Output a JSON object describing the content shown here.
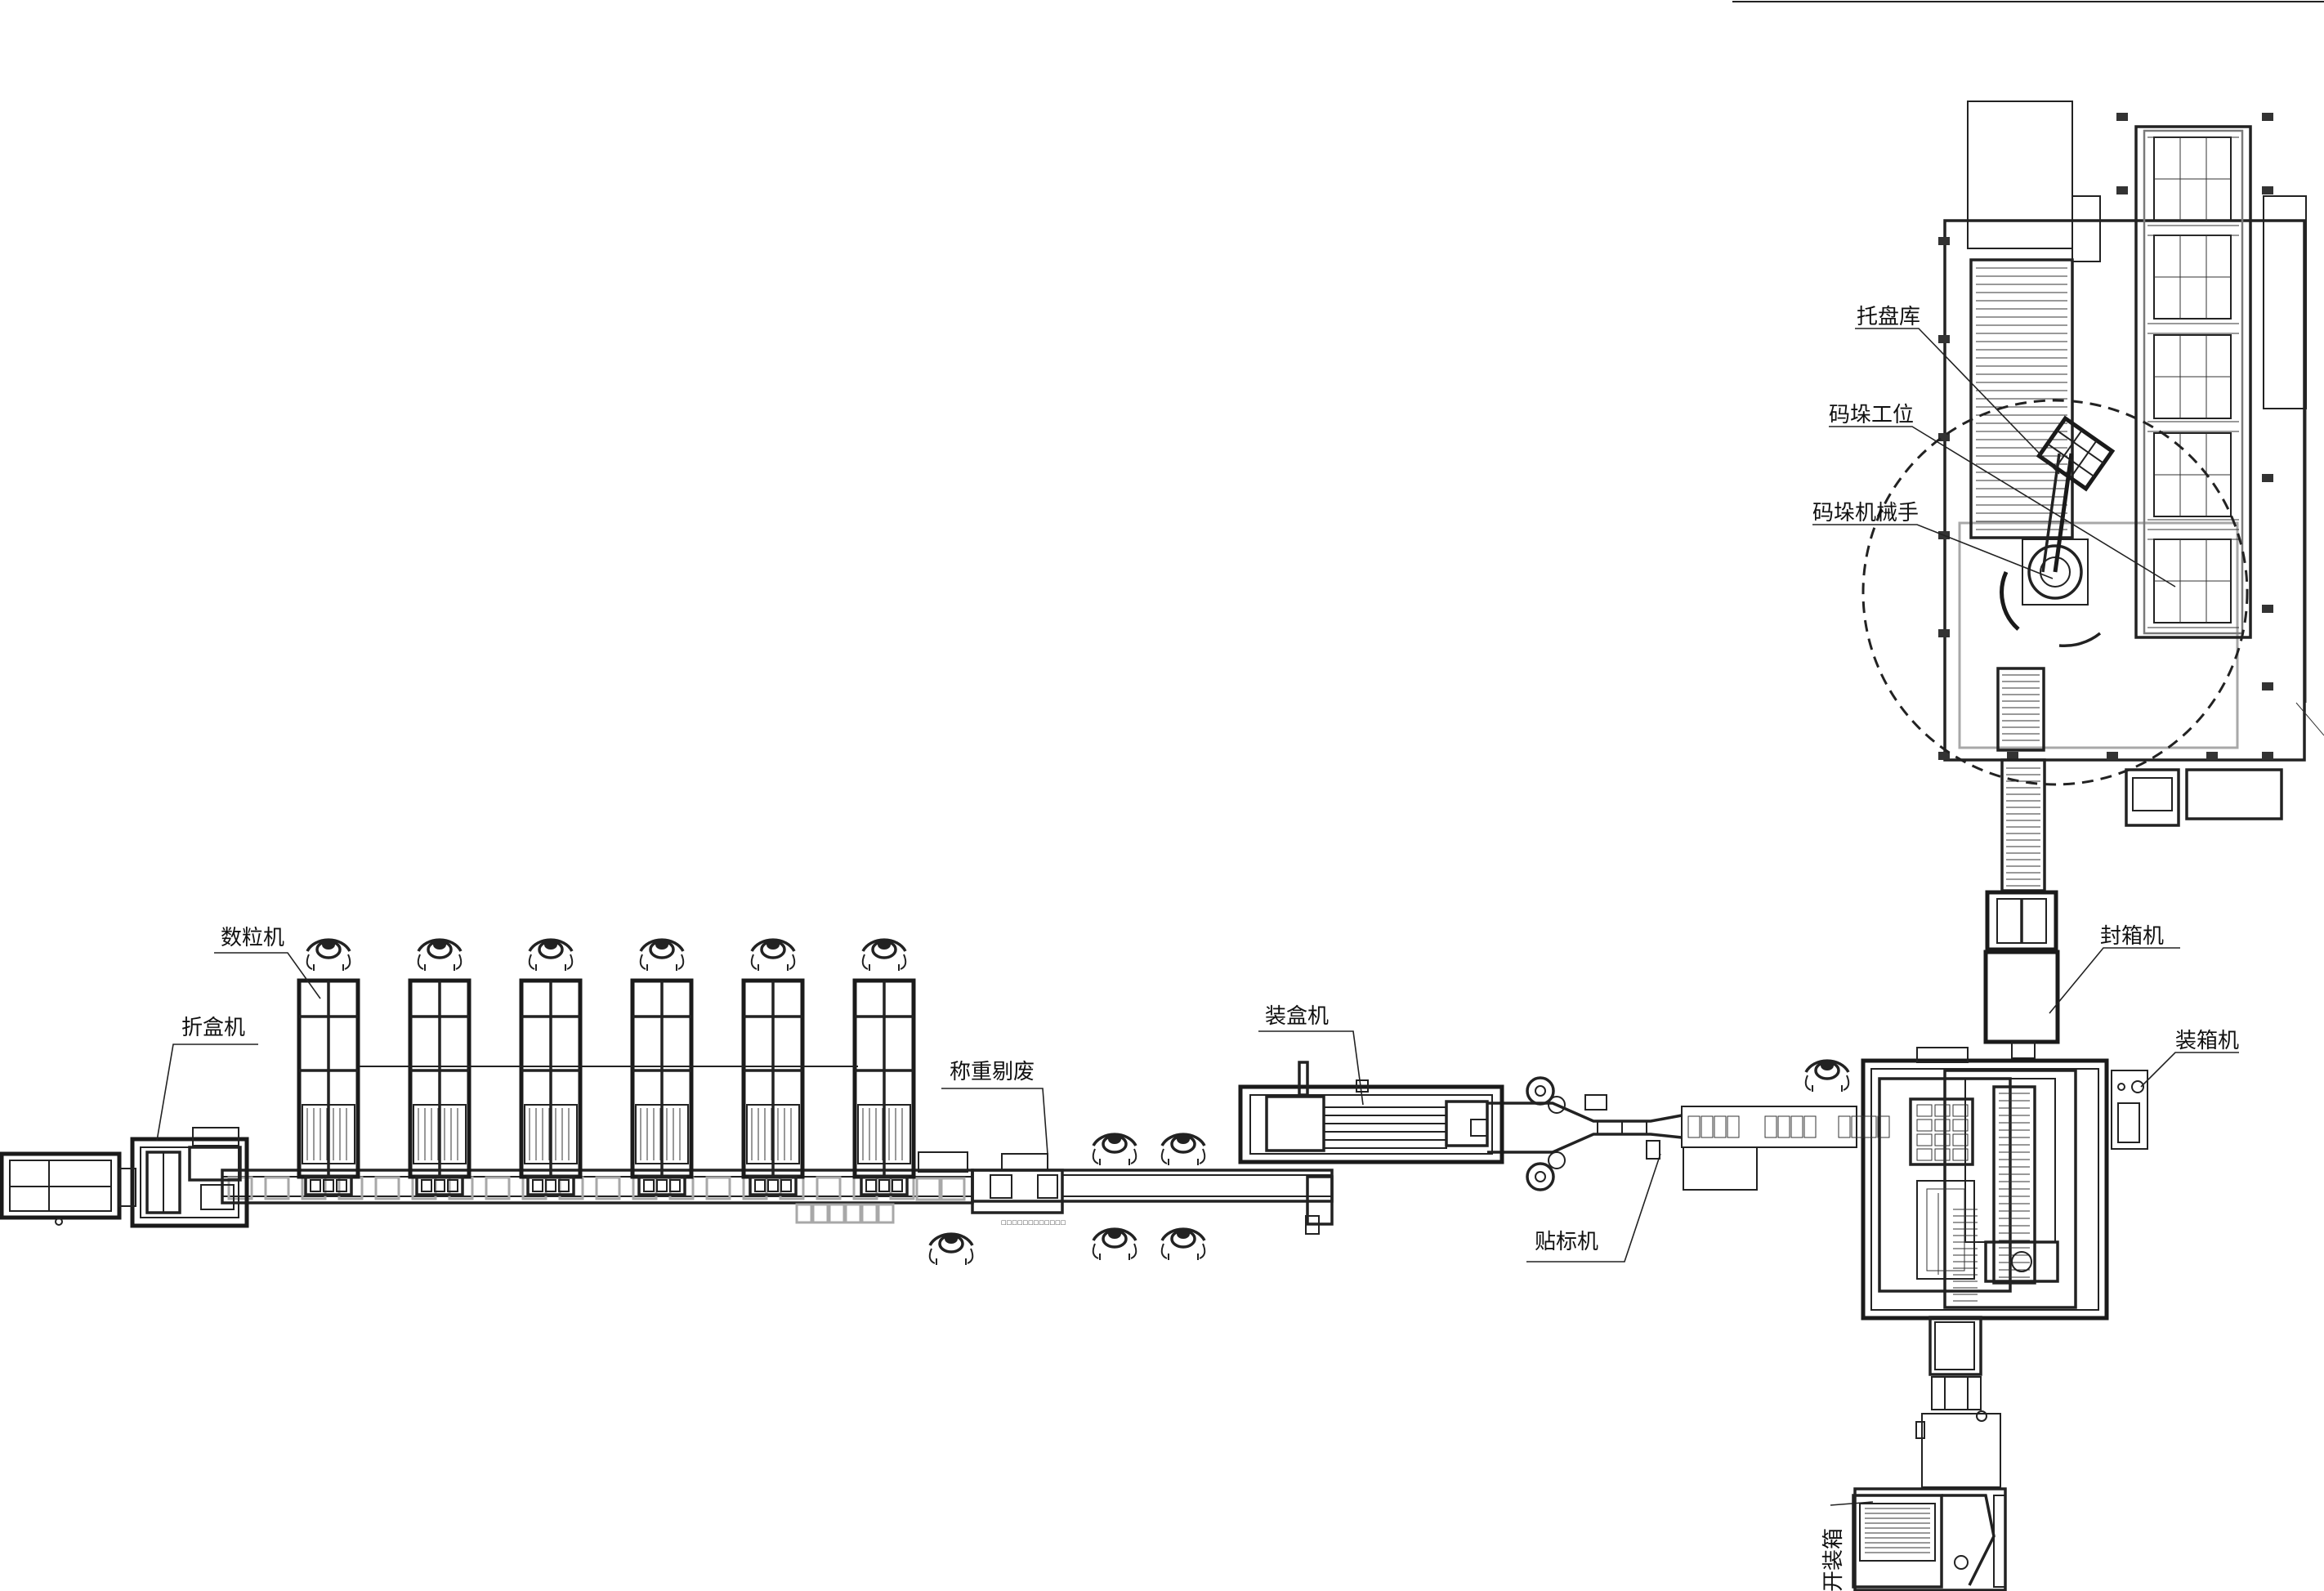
{
  "diagram": {
    "labels": {
      "tray_storage": "托盘库",
      "palletizing_station": "码垛工位",
      "palletizing_robot": "码垛机械手",
      "case_sealer": "封箱机",
      "case_packer": "装箱机",
      "case_erector": "开装箱",
      "labeler": "贴标机",
      "cartoner": "装盒机",
      "checkweigher_reject": "称重剔废",
      "tablet_counter": "数粒机",
      "box_folder": "折盒机"
    }
  }
}
